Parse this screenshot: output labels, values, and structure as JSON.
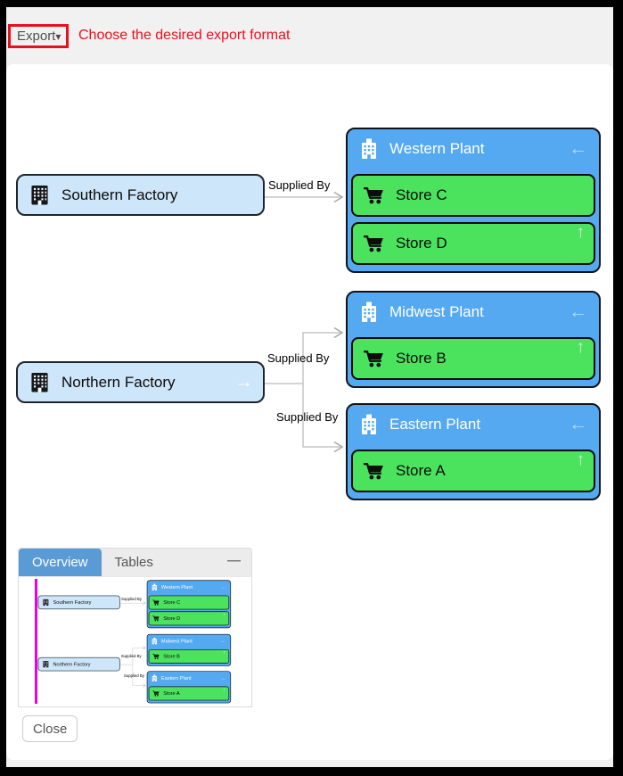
{
  "header": {
    "export_label": "Export",
    "annotation": "Choose the desired export format"
  },
  "icons": {
    "caret": "▾",
    "back_arrow": "←",
    "up_arrow": "↑",
    "forward_arrow": "→",
    "minimize": "—"
  },
  "diagram": {
    "link_label": "Supplied By",
    "factories": [
      {
        "name": "Southern Factory"
      },
      {
        "name": "Northern Factory"
      }
    ],
    "plants": [
      {
        "name": "Western Plant",
        "stores": [
          {
            "name": "Store C"
          },
          {
            "name": "Store D"
          }
        ]
      },
      {
        "name": "Midwest Plant",
        "stores": [
          {
            "name": "Store B"
          }
        ]
      },
      {
        "name": "Eastern Plant",
        "stores": [
          {
            "name": "Store A"
          }
        ]
      }
    ]
  },
  "overview": {
    "tab_overview": "Overview",
    "tab_tables": "Tables"
  },
  "close_label": "Close",
  "colors": {
    "plant_blue": "#55a9f0",
    "store_green": "#4be25e",
    "factory_blue": "#cde6f9",
    "tab_blue": "#5b9bd5",
    "viewport_magenta": "#ee00dd",
    "annotation_red": "#e8101f"
  }
}
